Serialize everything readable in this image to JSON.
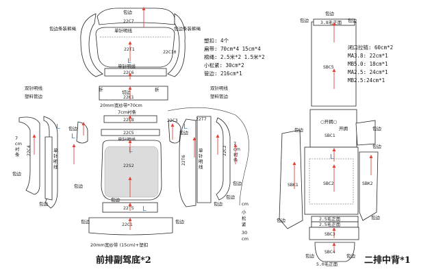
{
  "labels": {
    "baobian": "包边",
    "baobian_tiao": "包边条装裤绳",
    "danzhen_minxian": "单针明线",
    "shuangzhen_minxian": "双针明线\n塑料管边",
    "qiebian": "切边",
    "zhe": "折",
    "shazhaidai_70": "20mm宽纱带*70cm",
    "chentiao_7": "7cm衬条",
    "chentiao_v": "7\ncm\n衬\n条",
    "xiaosongjin": "7\ncm\n小\n松\n紧\n30\ncm",
    "shazhaidai_15": "20mm宽纱带 (15cm)+塑扣",
    "kaiqian": "开拥",
    "kaiqian_o": "○开拥○",
    "zhengmian_2_5": "2.5毛正面",
    "zhengmian_3_8": "3.8毛正面",
    "zhengmian_5_0": "5.0毛正面",
    "bikou": "闭口拉链",
    "shuiguan_v": "闭\n口\n拉\n链\n60\ncm"
  },
  "codes": {
    "left": [
      "22C7",
      "22T1",
      "22C10",
      "22C6",
      "22K1",
      "22C8",
      "22C5",
      "22C3",
      "22C4",
      "22T6",
      "22T7",
      "22C2",
      "22S2",
      "22T5",
      "22C1"
    ],
    "right": [
      "SBC5",
      "SBC1",
      "SBK1",
      "SBC2",
      "SBK2",
      "SBC3",
      "SBC4"
    ]
  },
  "notes_left": {
    "lines": [
      "塑扣: 4个",
      "扁带: 70cm*4  15cm*4",
      "棉绳: 2.5米*2  1.5米*2",
      "小松紧: 30cm*2",
      "管边: 216cm*1"
    ]
  },
  "notes_right": {
    "lines": [
      "闭口拉链: 60cm*2",
      "MA3.8: 22cm*1",
      "MB5.0: 18cm*1",
      "MA2.5: 24cm*1",
      "MB2.5:24cm*1"
    ]
  },
  "titles": {
    "left": "前排副驾底*2",
    "right": "二排中背*1"
  },
  "marks": {
    "L": "L"
  },
  "colors": {
    "arrow": "#e0453a",
    "marker": "#1e8fe0",
    "line": "#222222"
  }
}
